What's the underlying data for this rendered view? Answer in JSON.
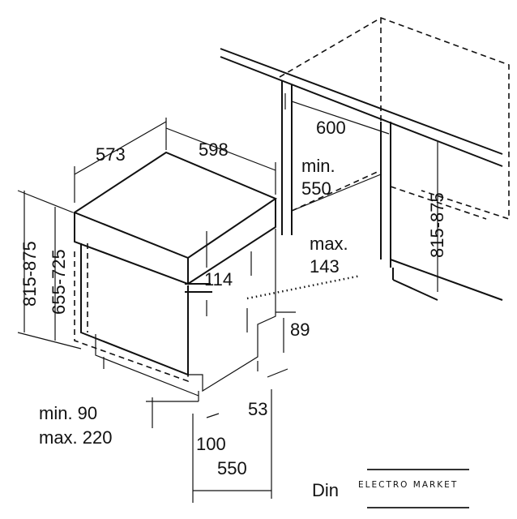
{
  "dimensions": {
    "depth_573": "573",
    "width_598": "598",
    "niche_width_600": "600",
    "niche_depth_min_label": "min.",
    "niche_depth_550": "550",
    "niche_height_815_875": "815-875",
    "panel_max_label": "max.",
    "panel_143": "143",
    "panel_114": "114",
    "plinth_89": "89",
    "foot_53": "53",
    "foot_100": "100",
    "bottom_depth_550": "550",
    "plinth_min": "min. 90",
    "plinth_max": "max. 220",
    "height_815_875": "815-875",
    "height_655_725": "655-725"
  },
  "caption_partial": "Din",
  "watermark": "ELECTRO MARKET"
}
